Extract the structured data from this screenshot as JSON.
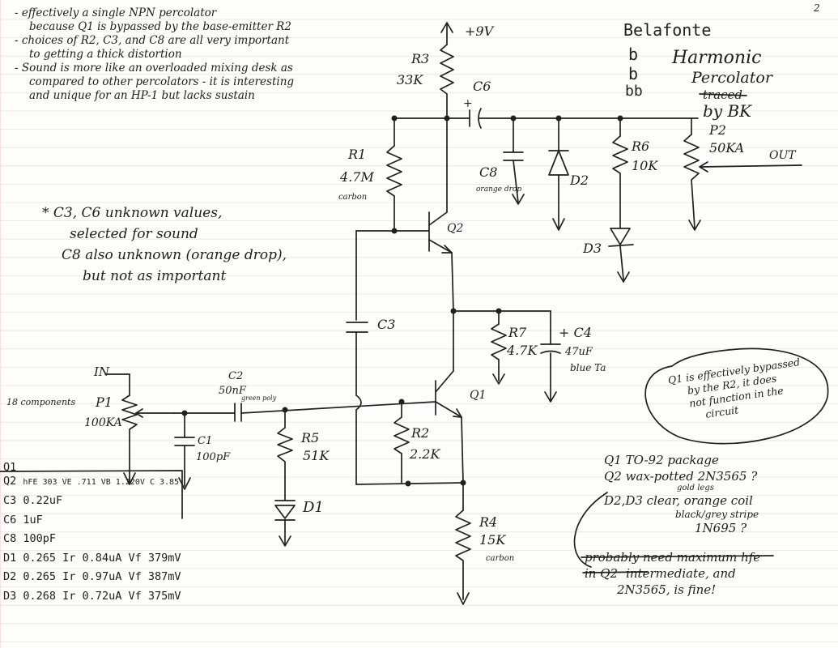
{
  "page_number": "2",
  "notes": {
    "top_left": [
      "- effectively a single NPN percolator",
      "because Q1 is bypassed by the base-emitter R2",
      "- choices of R2, C3, and C8 are all very important",
      "to getting a thick distortion",
      "- Sound is more like an overloaded mixing desk as",
      "compared to other percolators - it is interesting",
      "and unique for an HP-1 but lacks sustain"
    ],
    "unknowns": [
      "* C3, C6 unknown values,",
      "selected for sound",
      "C8 also unknown (orange drop),",
      "but not as important"
    ],
    "bubble": [
      "Q1 is effectively bypassed",
      "by the R2, it does",
      "not function in the",
      "circuit"
    ],
    "packages": [
      "Q1 TO-92 package",
      "Q2 wax-potted 2N3565 ?",
      "gold legs",
      "D2,D3 clear, orange coil",
      "black/grey stripe",
      "1N695 ?"
    ],
    "conclusion_struck": [
      "probably need maximum hfe",
      "in Q2"
    ],
    "conclusion": [
      "intermediate, and",
      "2N3565, is fine!"
    ],
    "components_count": "18 components"
  },
  "title": {
    "brand": "Belafonte",
    "b_marks": [
      "b",
      "b",
      "bb"
    ],
    "name_line1": "Harmonic",
    "name_line2": "Percolator",
    "traced_struck": "traced",
    "traced_by": "by BK"
  },
  "measurements": [
    {
      "part": "Q1",
      "value": ""
    },
    {
      "part": "Q2",
      "value": "hFE 303  VE .711  VB 1.220V  C 3.85"
    },
    {
      "part": "C3",
      "value": "0.22uF"
    },
    {
      "part": "C6",
      "value": "1uF"
    },
    {
      "part": "C8",
      "value": "100pF"
    },
    {
      "part": "D1",
      "value": "0.265  Ir 0.84uA  Vf 379mV"
    },
    {
      "part": "D2",
      "value": "0.265  Ir 0.97uA  Vf 387mV"
    },
    {
      "part": "D3",
      "value": "0.268  Ir 0.72uA  Vf 375mV"
    }
  ],
  "schematic": {
    "supply": "+9V",
    "input": "IN",
    "output": "OUT",
    "parts": {
      "R3": {
        "ref": "R3",
        "value": "33K"
      },
      "R1": {
        "ref": "R1",
        "value": "4.7M",
        "note": "carbon"
      },
      "C6": {
        "ref": "C6",
        "value": ""
      },
      "C8": {
        "ref": "C8",
        "value": "",
        "note": "orange drop"
      },
      "D2": {
        "ref": "D2"
      },
      "R6": {
        "ref": "R6",
        "value": "10K"
      },
      "D3": {
        "ref": "D3"
      },
      "P2": {
        "ref": "P2",
        "value": "50KA"
      },
      "Q2": {
        "ref": "Q2"
      },
      "Q1": {
        "ref": "Q1"
      },
      "C3": {
        "ref": "C3"
      },
      "R7": {
        "ref": "R7",
        "value": "4.7K"
      },
      "C4": {
        "ref": "+ C4",
        "value": "47uF",
        "note": "blue Ta"
      },
      "C2": {
        "ref": "C2",
        "value": "50nF",
        "note": "green poly"
      },
      "P1": {
        "ref": "P1",
        "value": "100KA"
      },
      "C1": {
        "ref": "C1",
        "value": "100pF"
      },
      "R5": {
        "ref": "R5",
        "value": "51K"
      },
      "D1": {
        "ref": "D1"
      },
      "R2": {
        "ref": "R2",
        "value": "2.2K"
      },
      "R4": {
        "ref": "R4",
        "value": "15K",
        "note": "carbon"
      }
    }
  }
}
